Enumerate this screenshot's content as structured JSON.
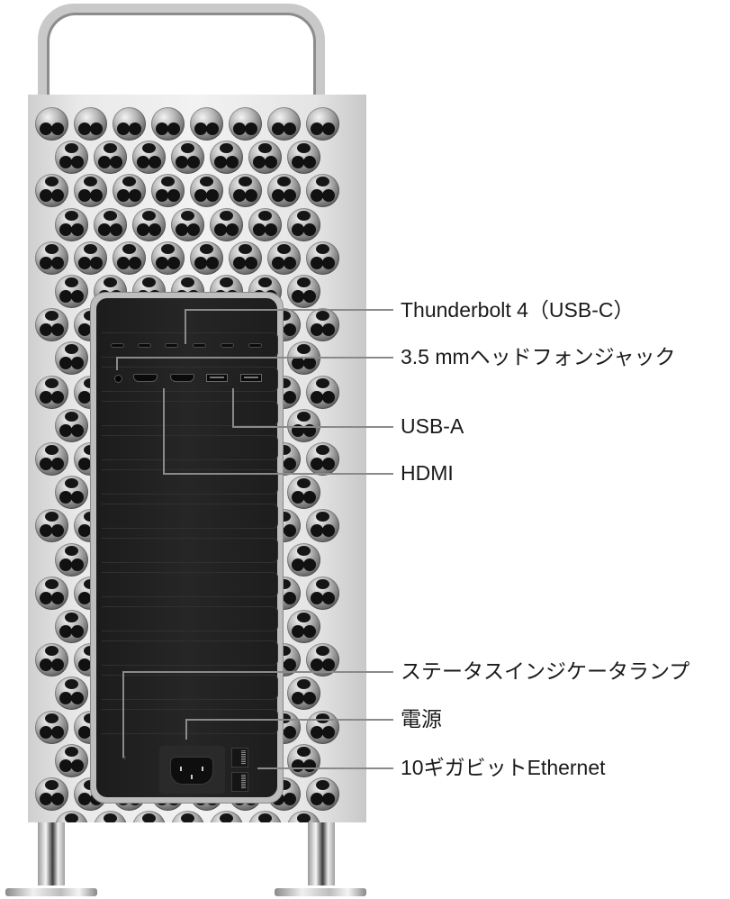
{
  "diagram": {
    "subject": "Mac Pro rear view",
    "colors": {
      "background": "#ffffff",
      "label_text": "#1a1a1a",
      "callout_line": "#8a8a8a",
      "chassis": "#e9e9e9",
      "panel": "#222222"
    },
    "callouts": [
      {
        "id": "thunderbolt",
        "label": "Thunderbolt 4（USB-C）",
        "icon": "thunderbolt-port-icon"
      },
      {
        "id": "headphone",
        "label": "3.5 mmヘッドフォンジャック",
        "icon": "headphone-jack-icon"
      },
      {
        "id": "usb-a",
        "label": "USB-A",
        "icon": "usb-a-port-icon"
      },
      {
        "id": "hdmi",
        "label": "HDMI",
        "icon": "hdmi-port-icon"
      },
      {
        "id": "status-light",
        "label": "ステータスインジケータランプ",
        "icon": "status-light-icon"
      },
      {
        "id": "power",
        "label": "電源",
        "icon": "power-socket-icon"
      },
      {
        "id": "ethernet",
        "label": "10ギガビットEthernet",
        "icon": "ethernet-port-icon"
      }
    ],
    "ports": {
      "thunderbolt_count": 6,
      "hdmi_count": 2,
      "usb_a_count": 2,
      "ethernet_count": 2
    }
  }
}
